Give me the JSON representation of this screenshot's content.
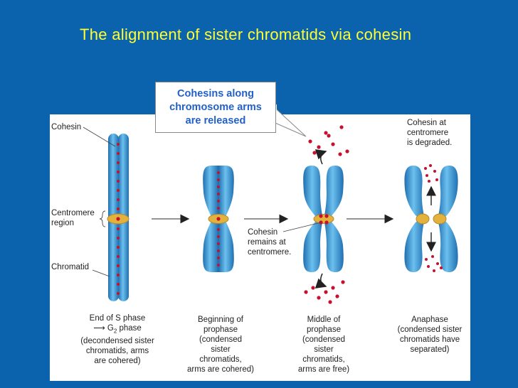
{
  "title": "The alignment of sister chromatids via cohesin",
  "callout": {
    "line1": "Cohesins along",
    "line2": "chromosome arms",
    "line3": "are released"
  },
  "left_labels": {
    "cohesin": "Cohesin",
    "centromere_1": "Centromere",
    "centromere_2": "region",
    "chromatid": "Chromatid"
  },
  "inner_labels": {
    "cohesin_remains_1": "Cohesin",
    "cohesin_remains_2": "remains at",
    "cohesin_remains_3": "centromere.",
    "cohesin_degraded_1": "Cohesin at",
    "cohesin_degraded_2": "centromere",
    "cohesin_degraded_3": "is degraded."
  },
  "stages": [
    {
      "line1": "End of S phase",
      "line2_pre": "G",
      "line2_sub": "2",
      "line2_post": " phase",
      "line3": "(decondensed sister",
      "line4": "chromatids, arms",
      "line5": "are cohered)"
    },
    {
      "line1": "Beginning of",
      "line2": "prophase",
      "line3": "(condensed",
      "line4": "sister",
      "line5": "chromatids,",
      "line6": "arms are cohered)"
    },
    {
      "line1": "Middle of",
      "line2": "prophase",
      "line3": "(condensed",
      "line4": "sister",
      "line5": "chromatids,",
      "line6": "arms are free)"
    },
    {
      "line1": "Anaphase",
      "line2": "(condensed sister",
      "line3": "chromatids have",
      "line4": "separated)"
    }
  ],
  "colors": {
    "background": "#0b63ad",
    "title": "#ffff33",
    "chromatid": "#3d9bd6",
    "cohesin": "#c8102e",
    "centromere": "#e3b23c",
    "callout_text": "#2260c8"
  }
}
